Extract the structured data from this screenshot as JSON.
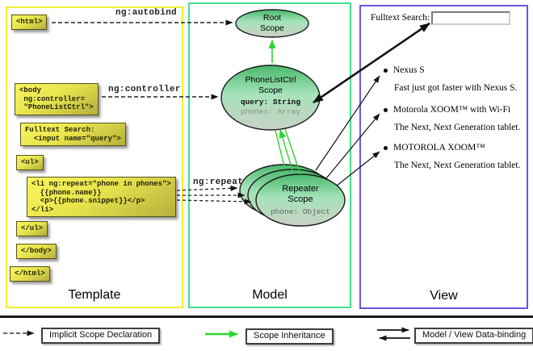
{
  "columns": {
    "template": {
      "title": "Template"
    },
    "model": {
      "title": "Model"
    },
    "view": {
      "title": "View"
    }
  },
  "template_code": {
    "html_open": "<html>",
    "body_open": "<body\n ng:controller=\n \"PhoneListCtrl\">",
    "fulltext_search": "Fulltext Search:\n  <input name=\"query\">",
    "ul_open": "<ul>",
    "li_repeat": "<li ng:repeat=\"phone in phones\">\n  {{phone.name}}\n  <p>{{phone.snippet}}</p>\n</li>",
    "ul_close": "</ul>",
    "body_close": "</body>",
    "html_close": "</html>"
  },
  "directive_labels": {
    "autobind": "ng:autobind",
    "controller": "ng:controller",
    "repeat": "ng:repeat"
  },
  "scopes": {
    "root": {
      "name": "Root\nScope"
    },
    "phone_list_ctrl": {
      "name": "PhoneListCtrl\nScope",
      "prop_query": "query: String",
      "prop_phones": "phones: Array"
    },
    "repeater": {
      "name": "Repeater\nScope",
      "prop_phone": "phone: Object"
    }
  },
  "view": {
    "search_label": "Fulltext Search:",
    "search_value": "",
    "items": [
      {
        "title": "Nexus S",
        "desc": "Fast just got faster with Nexus S."
      },
      {
        "title": "Motorola XOOM™ with Wi-Fi",
        "desc": "The Next, Next Generation tablet."
      },
      {
        "title": "MOTOROLA XOOM™",
        "desc": "The Next, Next Generation tablet."
      }
    ]
  },
  "legend": {
    "implicit": "Implicit Scope Declaration",
    "inheritance": "Scope Inheritance",
    "binding": "Model / View Data-binding"
  },
  "colors": {
    "template_border": "#f2ee33",
    "model_border": "#46e08e",
    "view_border": "#6757e8",
    "scope_fill_top": "#49b96c",
    "scope_fill_bottom": "#c9d1c5",
    "inheritance_green": "#2ed52e",
    "code_box_yellow": "#eee94f"
  }
}
